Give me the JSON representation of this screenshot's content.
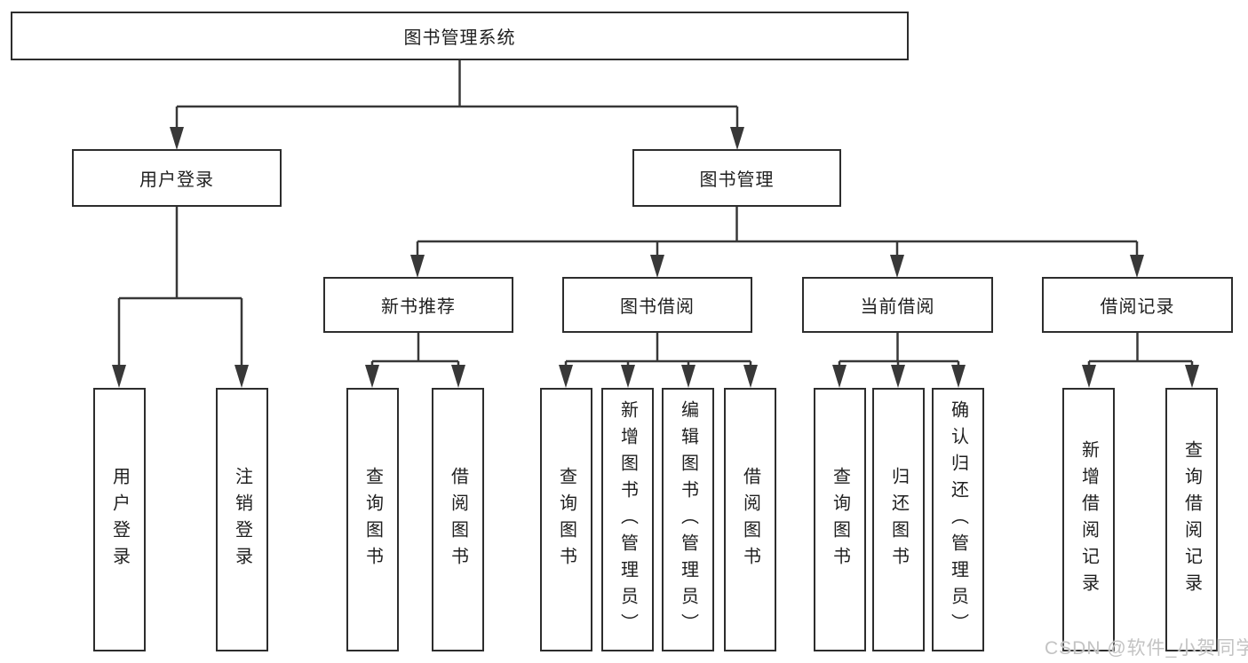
{
  "colors": {
    "line": "#383838",
    "box_border": "#2d2d2d",
    "text": "#1f1f1f",
    "watermark": "#c3c3c3",
    "background": "#ffffff"
  },
  "tree": {
    "root": "图书管理系统",
    "branches": [
      {
        "label": "用户登录",
        "children": [
          "用户登录",
          "注销登录"
        ]
      },
      {
        "label": "图书管理",
        "sections": [
          {
            "label": "新书推荐",
            "children": [
              "查询图书",
              "借阅图书"
            ]
          },
          {
            "label": "图书借阅",
            "children": [
              "查询图书",
              "新增图书（管理员）",
              "编辑图书（管理员）",
              "借阅图书"
            ]
          },
          {
            "label": "当前借阅",
            "children": [
              "查询图书",
              "归还图书",
              "确认归还（管理员）"
            ]
          },
          {
            "label": "借阅记录",
            "children": [
              "新增借阅记录",
              "查询借阅记录"
            ]
          }
        ]
      }
    ]
  },
  "watermark": "CSDN @软件_小贺同学"
}
